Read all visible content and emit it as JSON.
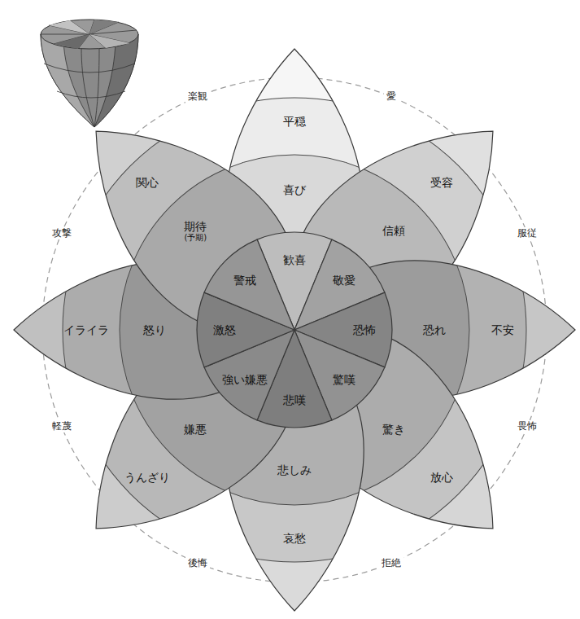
{
  "diagram": {
    "nodes": [
      {
        "text": [
          "平穏"
        ]
      },
      {
        "text": [
          "喜び"
        ]
      },
      {
        "text": [
          "歓喜"
        ]
      },
      {
        "text": [
          "受容"
        ]
      },
      {
        "text": [
          "信頼"
        ]
      },
      {
        "text": [
          "敬愛"
        ]
      },
      {
        "text": [
          "不安"
        ]
      },
      {
        "text": [
          "恐れ"
        ]
      },
      {
        "text": [
          "恐怖"
        ]
      },
      {
        "text": [
          "放心"
        ]
      },
      {
        "text": [
          "驚き"
        ]
      },
      {
        "text": [
          "驚嘆"
        ]
      },
      {
        "text": [
          "哀愁"
        ]
      },
      {
        "text": [
          "悲しみ"
        ]
      },
      {
        "text": [
          "悲嘆"
        ]
      },
      {
        "text": [
          "うんざり"
        ]
      },
      {
        "text": [
          "嫌悪"
        ]
      },
      {
        "text": [
          "強い嫌悪"
        ]
      },
      {
        "text": [
          "イライラ"
        ]
      },
      {
        "text": [
          "怒り"
        ]
      },
      {
        "text": [
          "激怒"
        ]
      },
      {
        "text": [
          "関心"
        ]
      },
      {
        "text": [
          "期待",
          "(予期)"
        ]
      },
      {
        "text": [
          "警戒"
        ]
      }
    ],
    "labels": [
      "楽観",
      "愛",
      "服従",
      "畏怖",
      "拒絶",
      "後悔",
      "軽蔑",
      "攻撃"
    ]
  }
}
